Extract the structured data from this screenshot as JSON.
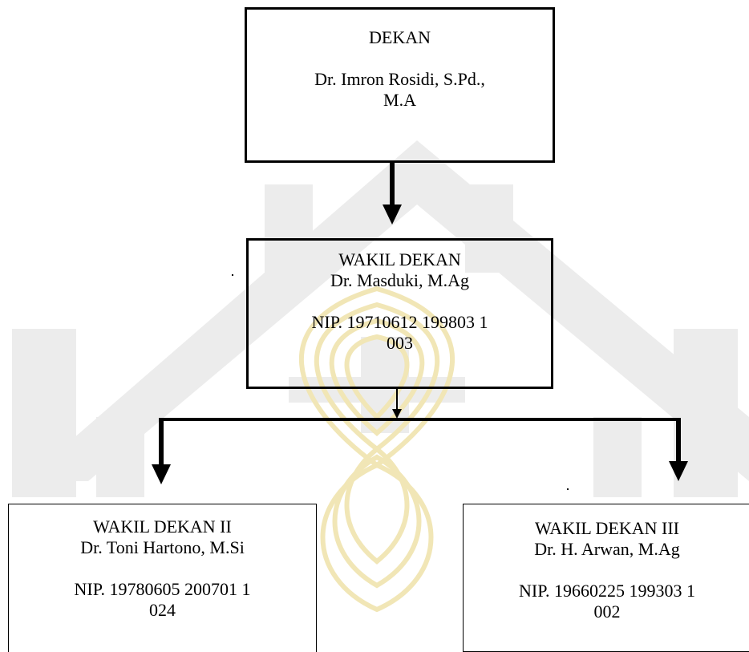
{
  "org_chart": {
    "dekan": {
      "title": "DEKAN",
      "name_line1": "Dr. Imron Rosidi, S.Pd.,",
      "name_line2": "M.A"
    },
    "wakil_dekan": {
      "title": "WAKIL DEKAN",
      "name": "Dr. Masduki, M.Ag",
      "nip_line1": "NIP. 19710612 199803 1",
      "nip_line2": "003"
    },
    "wakil_dekan_ii": {
      "title": "WAKIL DEKAN II",
      "name": "Dr. Toni Hartono, M.Si",
      "nip_line1": "NIP. 19780605 200701 1",
      "nip_line2": "024"
    },
    "wakil_dekan_iii": {
      "title": "WAKIL DEKAN III",
      "name": "Dr. H. Arwan, M.Ag",
      "nip_line1": "NIP. 19660225 199303 1",
      "nip_line2": "002"
    }
  },
  "colors": {
    "line": "#000000",
    "watermark_gray": "#d9d9d9",
    "watermark_gold": "#f3e7b5"
  }
}
